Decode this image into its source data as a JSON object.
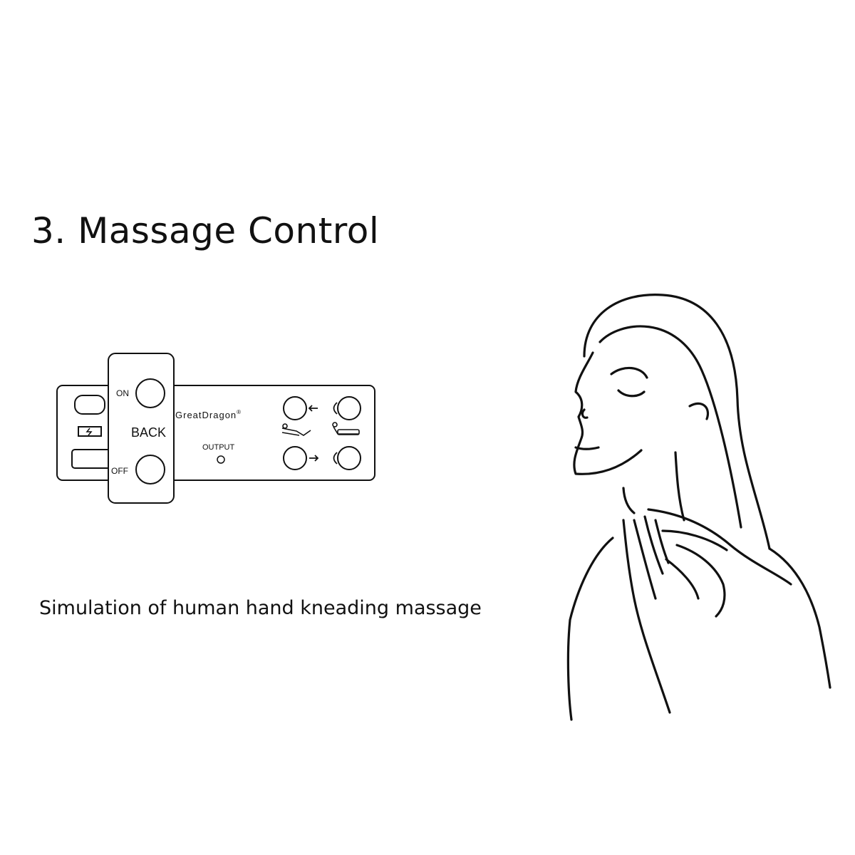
{
  "heading": "3. Massage Control",
  "caption": "Simulation of human hand kneading massage",
  "panel": {
    "on_label": "ON",
    "off_label": "OFF",
    "back_label": "BACK",
    "brand": "GreatDragon",
    "trademark": "®",
    "output_label": "OUTPUT"
  },
  "icons": [
    "battery-icon",
    "recline-arrow-icon",
    "rotate-arrow-icon",
    "lying-person-icon"
  ]
}
